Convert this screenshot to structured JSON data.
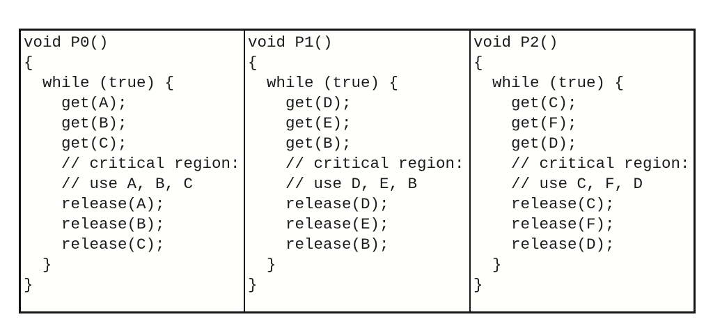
{
  "figure": {
    "description": "Three process code listings in a bordered three-column table",
    "panels": [
      {
        "process": "P0",
        "lines": [
          "void P0()",
          "{",
          "  while (true) {",
          "    get(A);",
          "    get(B);",
          "    get(C);",
          "    // critical region:",
          "    // use A, B, C",
          "    release(A);",
          "    release(B);",
          "    release(C);",
          "  }",
          "}"
        ]
      },
      {
        "process": "P1",
        "lines": [
          "void P1()",
          "{",
          "  while (true) {",
          "    get(D);",
          "    get(E);",
          "    get(B);",
          "    // critical region:",
          "    // use D, E, B",
          "    release(D);",
          "    release(E);",
          "    release(B);",
          "  }",
          "}"
        ]
      },
      {
        "process": "P2",
        "lines": [
          "void P2()",
          "{",
          "  while (true) {",
          "    get(C);",
          "    get(F);",
          "    get(D);",
          "    // critical region:",
          "    // use C, F, D",
          "    release(C);",
          "    release(F);",
          "    release(D);",
          "  }",
          "}"
        ]
      }
    ],
    "colors": {
      "border": "#161616",
      "text": "#1b1b1b",
      "paper": "#ffffff"
    }
  }
}
